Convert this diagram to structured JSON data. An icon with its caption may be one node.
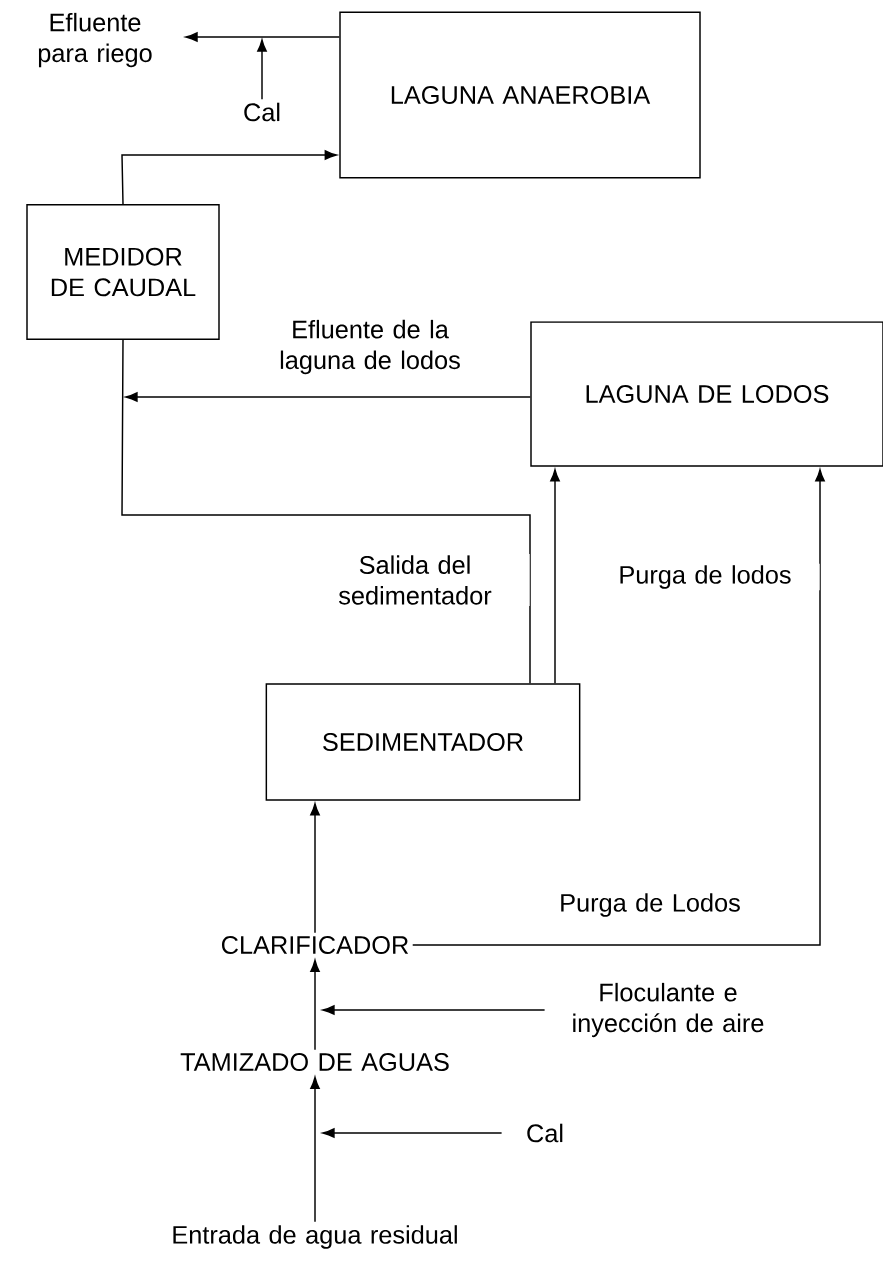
{
  "diagram": {
    "nodes": [
      {
        "text": [
          "Efluente para riego"
        ]
      },
      {
        "text": [
          "Cal"
        ]
      },
      {
        "text": [
          "LAGUNA ANAEROBIA"
        ]
      },
      {
        "text": [
          "MEDIDOR DE CAUDAL"
        ]
      },
      {
        "text": [
          "LAGUNA DE LODOS"
        ]
      },
      {
        "text": [
          "SEDIMENTADOR"
        ]
      },
      {
        "text": [
          "CLARIFICADOR"
        ]
      },
      {
        "text": [
          "Floculante e inyección de aire"
        ]
      },
      {
        "text": [
          "TAMIZADO DE AGUAS"
        ]
      },
      {
        "text": [
          "Cal"
        ]
      },
      {
        "text": [
          "Entrada de agua residual"
        ]
      }
    ],
    "edges": [
      {
        "from": 2,
        "to": 0,
        "arrow": "to"
      },
      {
        "from": 1,
        "to": null,
        "arrow": "to"
      },
      {
        "from": 3,
        "to": 2,
        "arrow": "to"
      },
      {
        "from": 4,
        "to": null,
        "arrow": "to",
        "label": "Efluente de la laguna de lodos"
      },
      {
        "from": 5,
        "to": 3,
        "arrow": "none",
        "label": "Salida del sedimentador"
      },
      {
        "from": 5,
        "to": 4,
        "arrow": "to",
        "label": "Purga de lodos"
      },
      {
        "from": 6,
        "to": 4,
        "arrow": "to",
        "label": "Purga de Lodos"
      },
      {
        "from": 6,
        "to": 5,
        "arrow": "to"
      },
      {
        "from": 8,
        "to": 6,
        "arrow": "to"
      },
      {
        "from": 7,
        "to": null,
        "arrow": "to"
      },
      {
        "from": 10,
        "to": 8,
        "arrow": "to"
      },
      {
        "from": 9,
        "to": null,
        "arrow": "to"
      }
    ]
  }
}
